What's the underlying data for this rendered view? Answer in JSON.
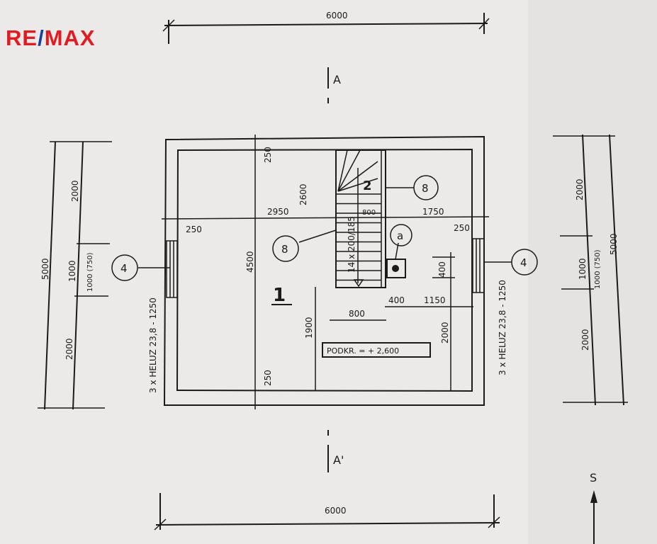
{
  "logo": {
    "part1": "RE",
    "slash": "/",
    "part2": "MAX",
    "red": "#e11b22",
    "blue": "#1a3f9c"
  },
  "plan": {
    "dim_top": "6000",
    "dim_bottom": "6000",
    "section_top": "A",
    "section_bottom": "A'",
    "room_number": "1",
    "stair_number": "2",
    "stair_spec": "14 x 200/185",
    "stair_width": "800",
    "level_label": "PODKR. = + 2,600",
    "callout_stair_left": "8",
    "callout_stair_right": "8",
    "callout_chimney": "a",
    "callout_window_left": "4",
    "callout_window_right": "4",
    "window_spec_left": "3 x HELUZ 23,8 - 1250",
    "window_spec_right": "3 x HELUZ 23,8 - 1250",
    "north_label": "S",
    "inner_dims": {
      "d250_top": "250",
      "d2600": "2600",
      "d4500": "4500",
      "d2950": "2950",
      "d1750": "1750",
      "d250_left": "250",
      "d250_right": "250",
      "d1900": "1900",
      "d250_bottom": "250",
      "d800": "800",
      "d400a": "400",
      "d400b": "400",
      "d1150": "1150",
      "d2000": "2000"
    },
    "left_dims": {
      "total": "5000",
      "top": "2000",
      "mid": "1000",
      "mid_alt": "1000 (750)",
      "bottom": "2000"
    },
    "right_dims": {
      "total": "5000",
      "top": "2000",
      "mid": "1000",
      "mid_alt": "1000 (750)",
      "bottom": "2000"
    }
  }
}
